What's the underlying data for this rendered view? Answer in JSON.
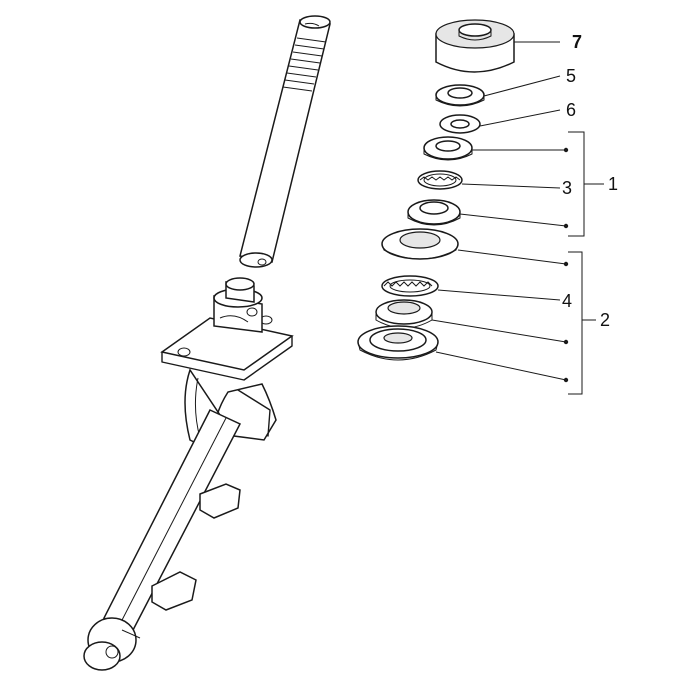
{
  "callouts": {
    "c7": "7",
    "c5": "5",
    "c6": "6",
    "c3": "3",
    "c1": "1",
    "c4": "4",
    "c2": "2"
  }
}
